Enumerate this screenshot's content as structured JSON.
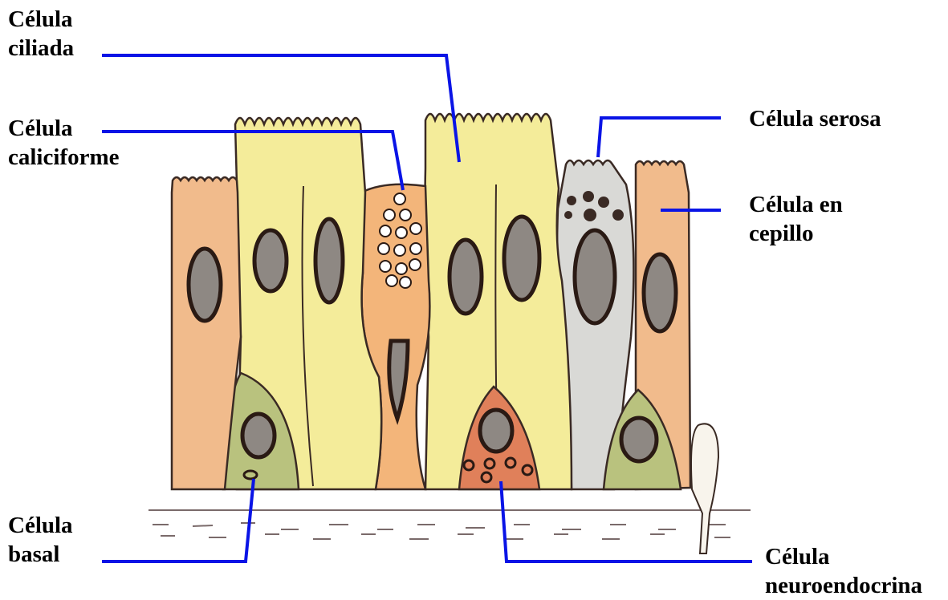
{
  "labels": {
    "ciliada": [
      "Célula",
      "ciliada"
    ],
    "caliciforme": [
      "Célula",
      "caliciforme"
    ],
    "basal": [
      "Célula",
      "basal"
    ],
    "serosa": [
      "Célula serosa"
    ],
    "cepillo": [
      "Célula en",
      "cepillo"
    ],
    "neuroendocrina": [
      "Célula",
      "neuroendocrina"
    ]
  },
  "colors": {
    "leader_line": "#0a14e6",
    "outline": "#3a2a24",
    "ciliated_fill": "#f4ec9a",
    "goblet_fill": "#f3b57a",
    "basal_fill": "#b9c27e",
    "serous_fill": "#d9d9d6",
    "brush_fill": "#f1bb8c",
    "neuroendocrine_fill": "#e0805a",
    "nucleus_fill": "#8e8883"
  }
}
